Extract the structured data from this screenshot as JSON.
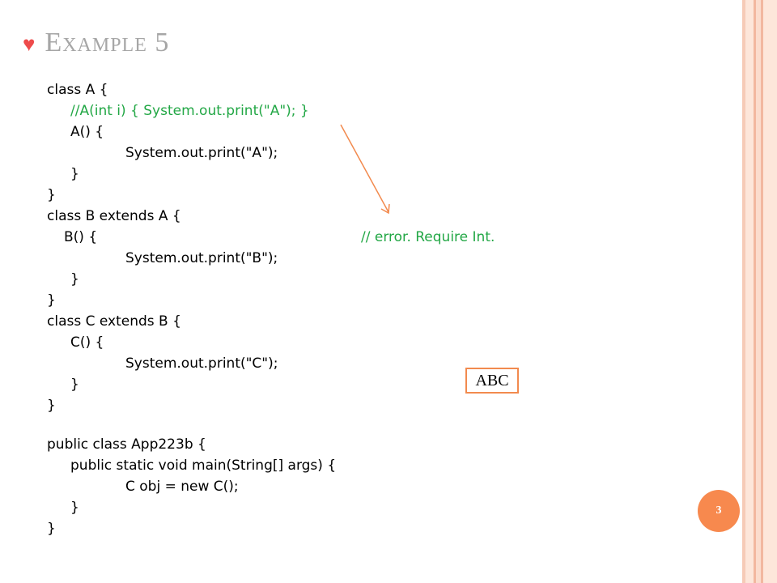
{
  "slide": {
    "title": "Example 5",
    "bullet": "♥",
    "page_number": "3"
  },
  "code": {
    "lines": [
      "class A {",
      "//A(int i) { System.out.print(\"A\"); }",
      "A() {",
      "System.out.print(\"A\");",
      "}",
      "}",
      "class B extends A {",
      "B() {",
      "System.out.print(\"B\");",
      "}",
      "}",
      "class C extends B {",
      "C() {",
      "System.out.print(\"C\");",
      "}",
      "}",
      "public class App223b {",
      "public static void main(String[] args) {",
      "C obj = new C();",
      "}",
      "}"
    ]
  },
  "annotation": {
    "error_comment": "// error. Require Int.",
    "output": "ABC"
  },
  "colors": {
    "comment": "#22a745",
    "accent_orange": "#f7894e",
    "title_gray": "#a6a6a6",
    "bullet_red": "#ee4b4b"
  }
}
